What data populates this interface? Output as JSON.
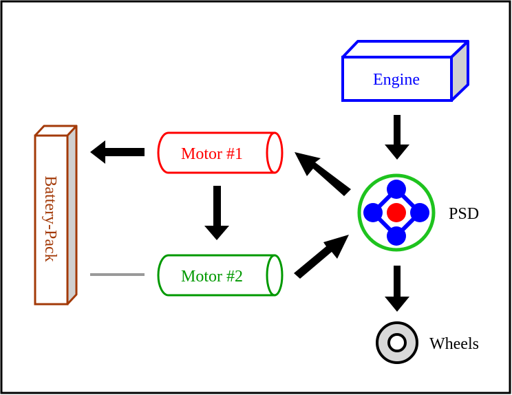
{
  "diagram": {
    "frame_color": "#000000",
    "nodes": {
      "engine": {
        "label": "Engine",
        "color": "#0000ff",
        "side_fill": "#d0d0d0"
      },
      "battery": {
        "label": "Battery-Pack",
        "color": "#a33a08",
        "side_fill": "#d0d0d0"
      },
      "motor1": {
        "label": "Motor #1",
        "color": "#ff0000"
      },
      "motor2": {
        "label": "Motor #2",
        "color": "#009900"
      },
      "psd": {
        "label": "PSD",
        "ring_color": "#1ec31e",
        "planet_color": "#0000ff",
        "sun_color": "#ff0000"
      },
      "wheels": {
        "label": "Wheels",
        "fill": "#d9d9d9",
        "stroke": "#000000"
      }
    },
    "connections": [
      {
        "from": "engine",
        "to": "psd",
        "type": "arrow"
      },
      {
        "from": "psd",
        "to": "motor1",
        "type": "arrow"
      },
      {
        "from": "motor1",
        "to": "battery",
        "type": "arrow"
      },
      {
        "from": "motor1",
        "to": "motor2",
        "type": "arrow"
      },
      {
        "from": "motor2",
        "to": "psd",
        "type": "arrow"
      },
      {
        "from": "psd",
        "to": "wheels",
        "type": "arrow"
      },
      {
        "from": "battery",
        "to": "motor2",
        "type": "line",
        "color": "#999999"
      }
    ]
  }
}
